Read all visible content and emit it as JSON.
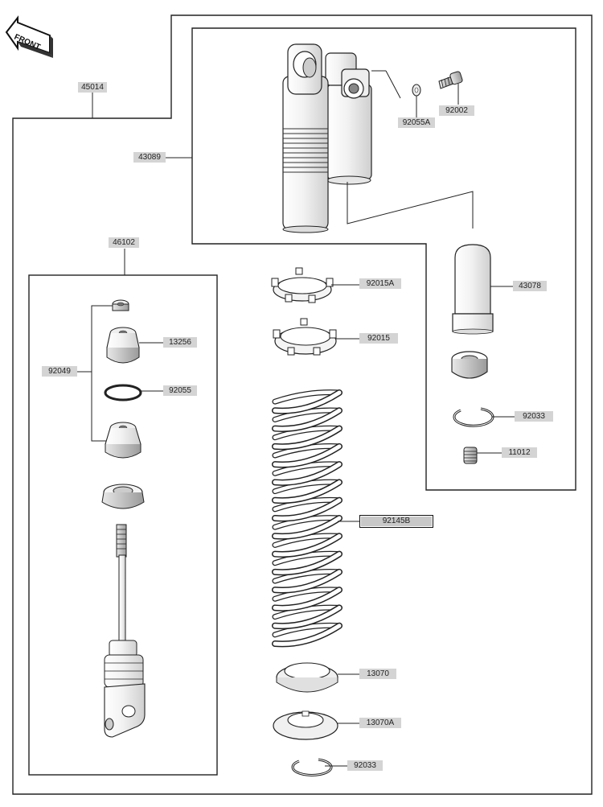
{
  "front_badge": "FRONT",
  "labels": {
    "p45014": "45014",
    "p43089": "43089",
    "p92055A": "92055A",
    "p92002": "92002",
    "p46102": "46102",
    "p92015A": "92015A",
    "p92015": "92015",
    "p43078": "43078",
    "p13256": "13256",
    "p92049": "92049",
    "p92055": "92055",
    "p92033_right": "92033",
    "p11012": "11012",
    "p92145B": "92145B",
    "p13070": "13070",
    "p13070A": "13070A",
    "p92033_bottom": "92033"
  },
  "highlight": "92145B"
}
